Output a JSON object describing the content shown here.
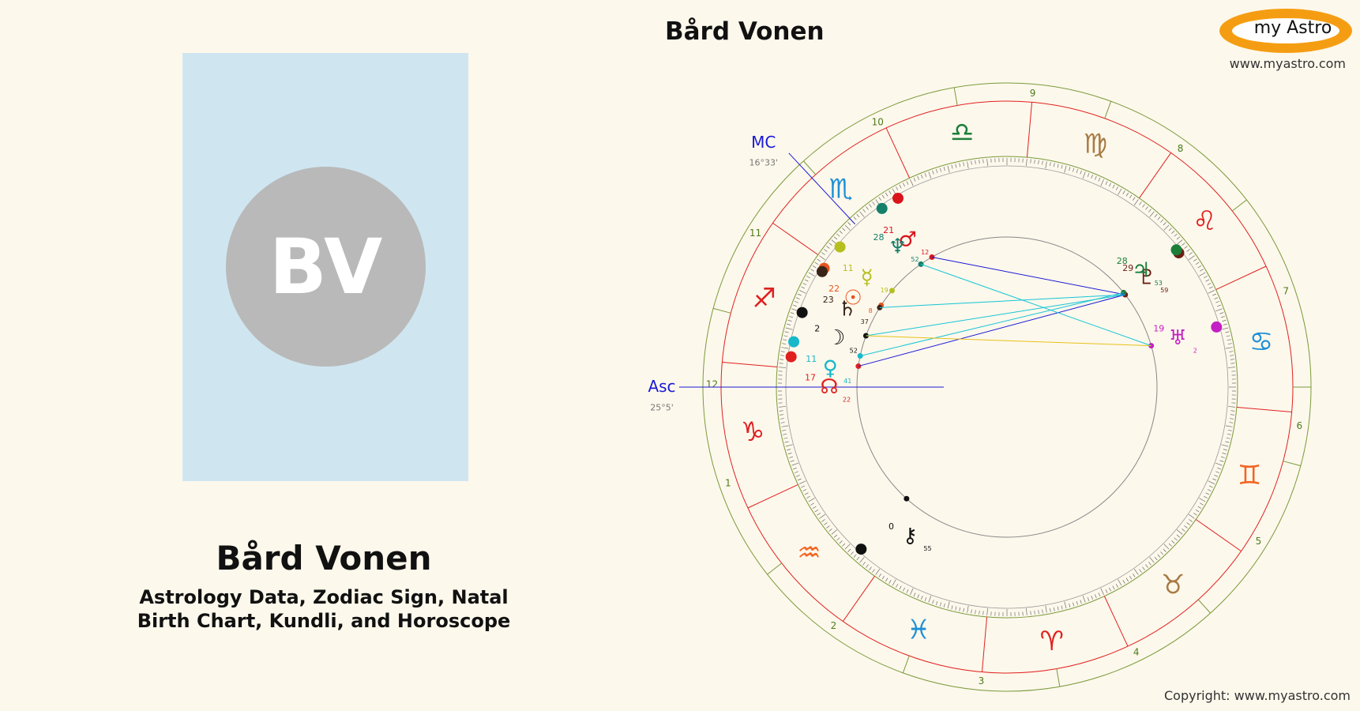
{
  "person": {
    "name": "Bård Vonen",
    "initials": "BV",
    "subtitle_line1": "Astrology Data, Zodiac Sign, Natal",
    "subtitle_line2": "Birth Chart, Kundli, and Horoscope"
  },
  "header": {
    "chart_title": "Bård Vonen",
    "logo_text": "my Astro",
    "site_url": "www.myastro.com"
  },
  "footer": {
    "copyright": "Copyright: www.myastro.com"
  },
  "chart": {
    "angles": [
      {
        "label": "Asc",
        "value": "25°5'"
      },
      {
        "label": "MC",
        "value": "16°33'"
      }
    ],
    "house_numbers": [
      "1",
      "2",
      "3",
      "4",
      "5",
      "6",
      "7",
      "8",
      "9",
      "10",
      "11",
      "12"
    ],
    "signs": [
      {
        "name": "aries-icon",
        "glyph": "♈",
        "color": "#e0201f"
      },
      {
        "name": "taurus-icon",
        "glyph": "♉",
        "color": "#a87b45"
      },
      {
        "name": "gemini-icon",
        "glyph": "♊",
        "color": "#f26522"
      },
      {
        "name": "cancer-icon",
        "glyph": "♋",
        "color": "#1e90d6"
      },
      {
        "name": "leo-icon",
        "glyph": "♌",
        "color": "#e0201f"
      },
      {
        "name": "virgo-icon",
        "glyph": "♍",
        "color": "#a87b45"
      },
      {
        "name": "libra-icon",
        "glyph": "♎",
        "color": "#1b7f3a"
      },
      {
        "name": "scorpio-icon",
        "glyph": "♏",
        "color": "#1e90d6"
      },
      {
        "name": "sagittarius-icon",
        "glyph": "♐",
        "color": "#e0201f"
      },
      {
        "name": "capricorn-icon",
        "glyph": "♑",
        "color": "#e0201f"
      },
      {
        "name": "aquarius-icon",
        "glyph": "♒",
        "color": "#f26522"
      },
      {
        "name": "pisces-icon",
        "glyph": "♓",
        "color": "#1e90d6"
      }
    ],
    "planets": [
      {
        "name": "mars-icon",
        "glyph": "♂",
        "degree": "21",
        "minutes": "12",
        "color": "#d9141b"
      },
      {
        "name": "neptune-icon",
        "glyph": "♆",
        "degree": "28",
        "minutes": "52",
        "color": "#14806a"
      },
      {
        "name": "mercury-icon",
        "glyph": "☿",
        "degree": "11",
        "minutes": "19",
        "color": "#b5bf1d"
      },
      {
        "name": "sun-icon",
        "glyph": "☉",
        "degree": "22",
        "minutes": "8",
        "color": "#e8541e"
      },
      {
        "name": "saturn-icon",
        "glyph": "♄",
        "degree": "23",
        "minutes": "37",
        "color": "#3a2418"
      },
      {
        "name": "moon-icon",
        "glyph": "☽",
        "degree": "2",
        "minutes": "52",
        "color": "#111111"
      },
      {
        "name": "venus-icon",
        "glyph": "♀",
        "degree": "11",
        "minutes": "41",
        "color": "#16b8c9"
      },
      {
        "name": "north-node-icon",
        "glyph": "☊",
        "degree": "17",
        "minutes": "22",
        "color": "#e0201f"
      },
      {
        "name": "pluto-icon",
        "glyph": "♇",
        "degree": "29",
        "minutes": "59",
        "color": "#6b1f12"
      },
      {
        "name": "jupiter-icon",
        "glyph": "♃",
        "degree": "28",
        "minutes": "53",
        "color": "#1b7f3a"
      },
      {
        "name": "uranus-icon",
        "glyph": "♅",
        "degree": "19",
        "minutes": "2",
        "color": "#c41fc4"
      },
      {
        "name": "chiron-icon",
        "glyph": "⚷",
        "degree": "0",
        "minutes": "55",
        "color": "#111111"
      }
    ],
    "colors": {
      "outer_ring": "#7a9a3a",
      "sign_ring": "#e0201f",
      "aspect_blue": "#1a1ad6",
      "aspect_cyan": "#16c5d6",
      "aspect_yellow": "#e6c21a"
    }
  }
}
